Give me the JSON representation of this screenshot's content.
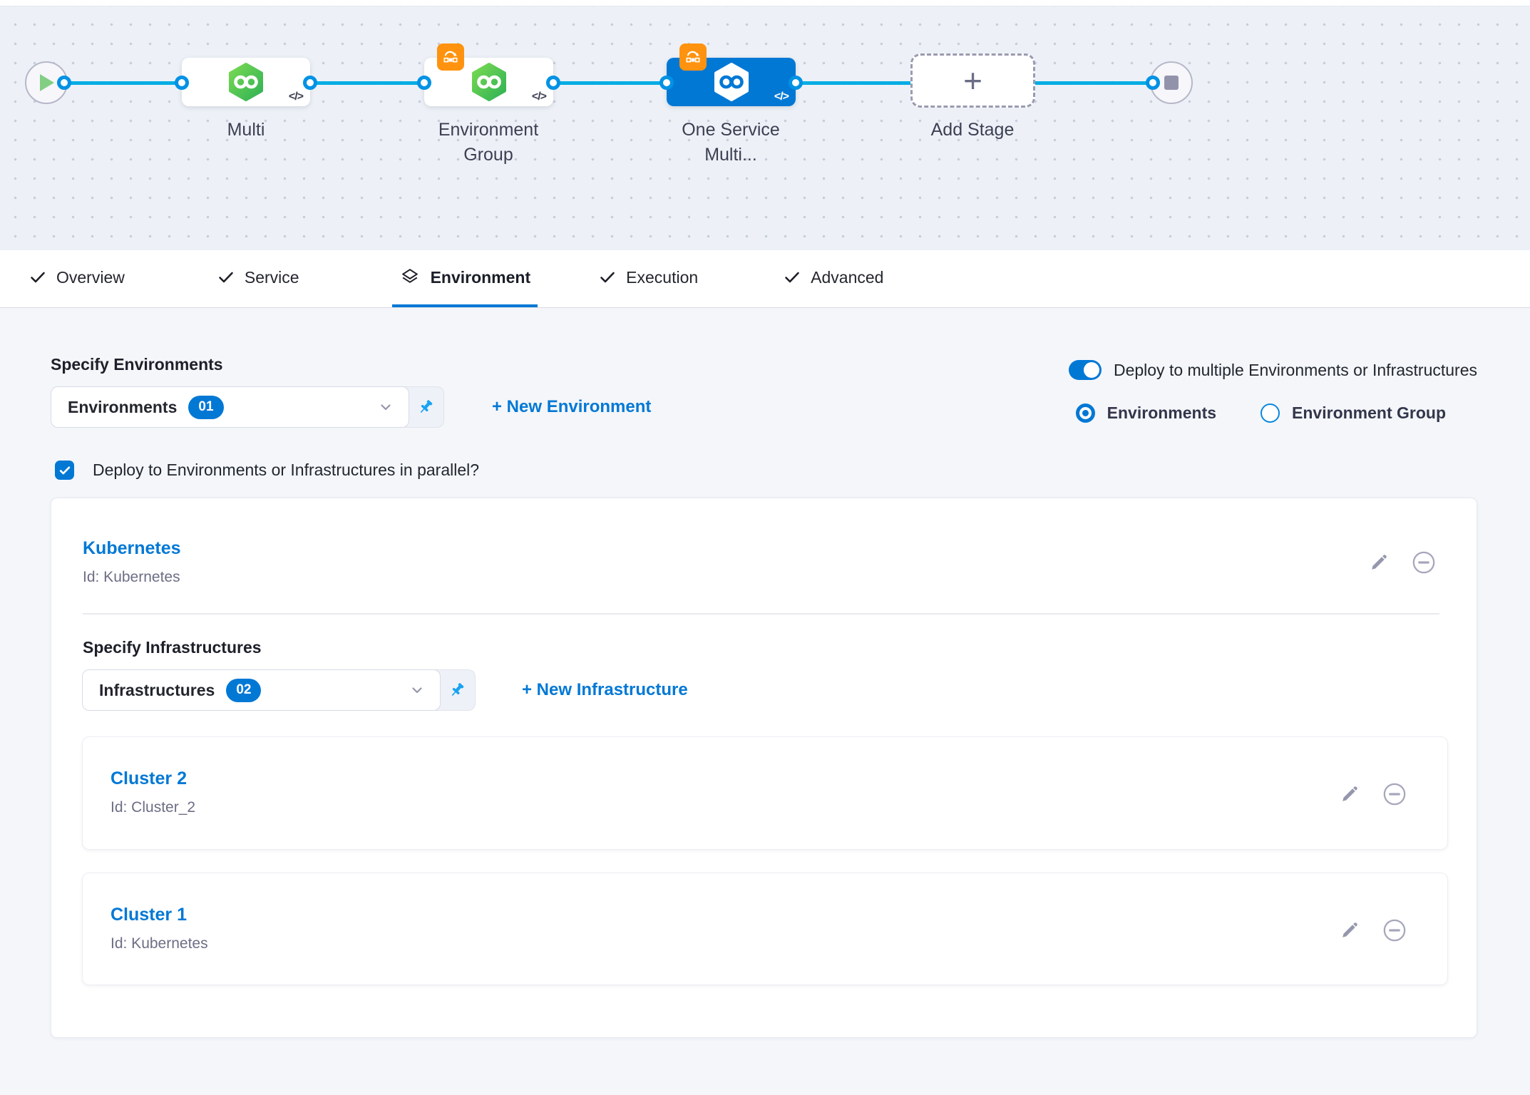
{
  "pipeline": {
    "code_glyph": "</>",
    "nodes": [
      {
        "label": "Multi"
      },
      {
        "label": "Environment Group"
      },
      {
        "label": "One Service Multi...",
        "selected": true
      }
    ],
    "add_stage": {
      "label": "Add Stage",
      "plus": "+"
    },
    "icons": {
      "start": "play-icon",
      "end": "stop-icon",
      "service": "harness-hexagon-infinity-icon",
      "badge": "environment-group-badge-icon"
    }
  },
  "tabs": {
    "items": [
      {
        "label": "Overview",
        "icon": "check"
      },
      {
        "label": "Service",
        "icon": "check"
      },
      {
        "label": "Environment",
        "icon": "environment-layers",
        "active": true
      },
      {
        "label": "Execution",
        "icon": "check"
      },
      {
        "label": "Advanced",
        "icon": "check"
      }
    ]
  },
  "environment": {
    "heading": "Specify Environments",
    "select_value": "Environments",
    "select_count": "01",
    "new_link": "+ New Environment",
    "toggle_label": "Deploy to multiple Environments or Infrastructures",
    "radio_environments": "Environments",
    "radio_environment_group": "Environment Group",
    "parallel_checkbox_label": "Deploy to Environments or Infrastructures in parallel?"
  },
  "environment_card": {
    "name": "Kubernetes",
    "id": "Id: Kubernetes"
  },
  "infrastructure": {
    "heading": "Specify Infrastructures",
    "select_value": "Infrastructures",
    "select_count": "02",
    "new_link": "+ New Infrastructure",
    "items": [
      {
        "name": "Cluster 2",
        "id": "Id: Cluster_2"
      },
      {
        "name": "Cluster 1",
        "id": "Id: Kubernetes"
      }
    ]
  },
  "colors": {
    "accent": "#0278d5",
    "connector": "#00ade4",
    "port_ring": "#0092e4",
    "node_green_light": "#74d64f",
    "node_green_dark": "#2fb155",
    "badge_orange": "#ff930f"
  }
}
